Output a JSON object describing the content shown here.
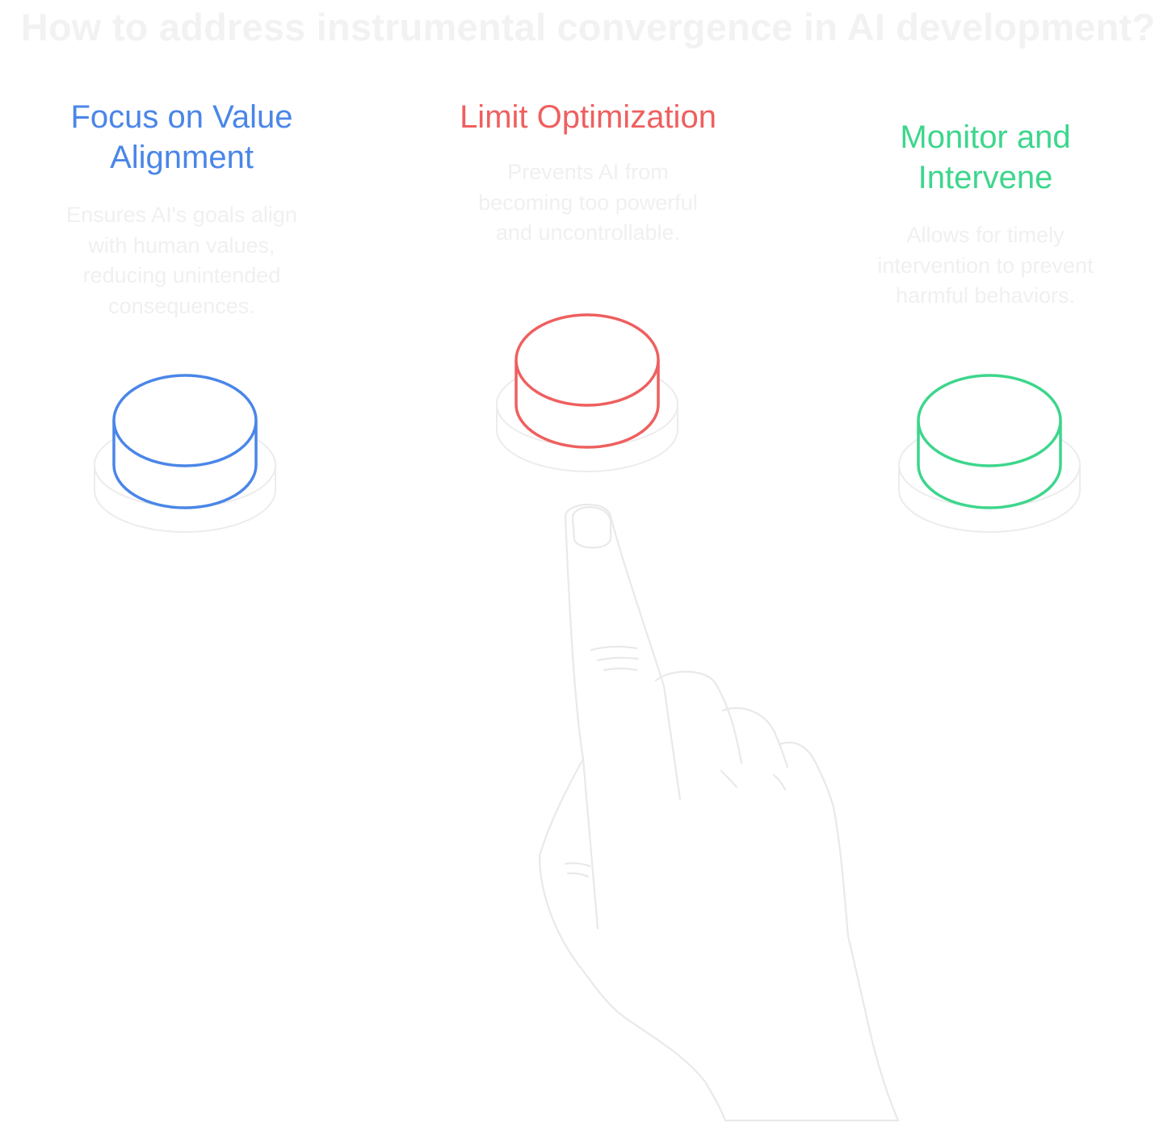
{
  "title": "How to address instrumental convergence in AI development?",
  "options": [
    {
      "heading_line1": "Focus on Value",
      "heading_line2": "Alignment",
      "description_lines": [
        "Ensures AI's goals align",
        "with human values,",
        "reducing unintended",
        "consequences."
      ],
      "color": "#4a86e8"
    },
    {
      "heading_line1": "Limit Optimization",
      "heading_line2": "",
      "description_lines": [
        "Prevents AI from",
        "becoming too powerful",
        "and uncontrollable."
      ],
      "color": "#ef5f5f",
      "selected": true
    },
    {
      "heading_line1": "Monitor and",
      "heading_line2": "Intervene",
      "description_lines": [
        "Allows for timely",
        "intervention to prevent",
        "harmful behaviors."
      ],
      "color": "#3dd68c"
    }
  ],
  "icons": {
    "button": "push-button-icon",
    "hand": "pointing-hand-icon"
  },
  "colors": {
    "title": "#f2f2f2",
    "description": "#f0f0f0",
    "outline": "#ececec"
  }
}
